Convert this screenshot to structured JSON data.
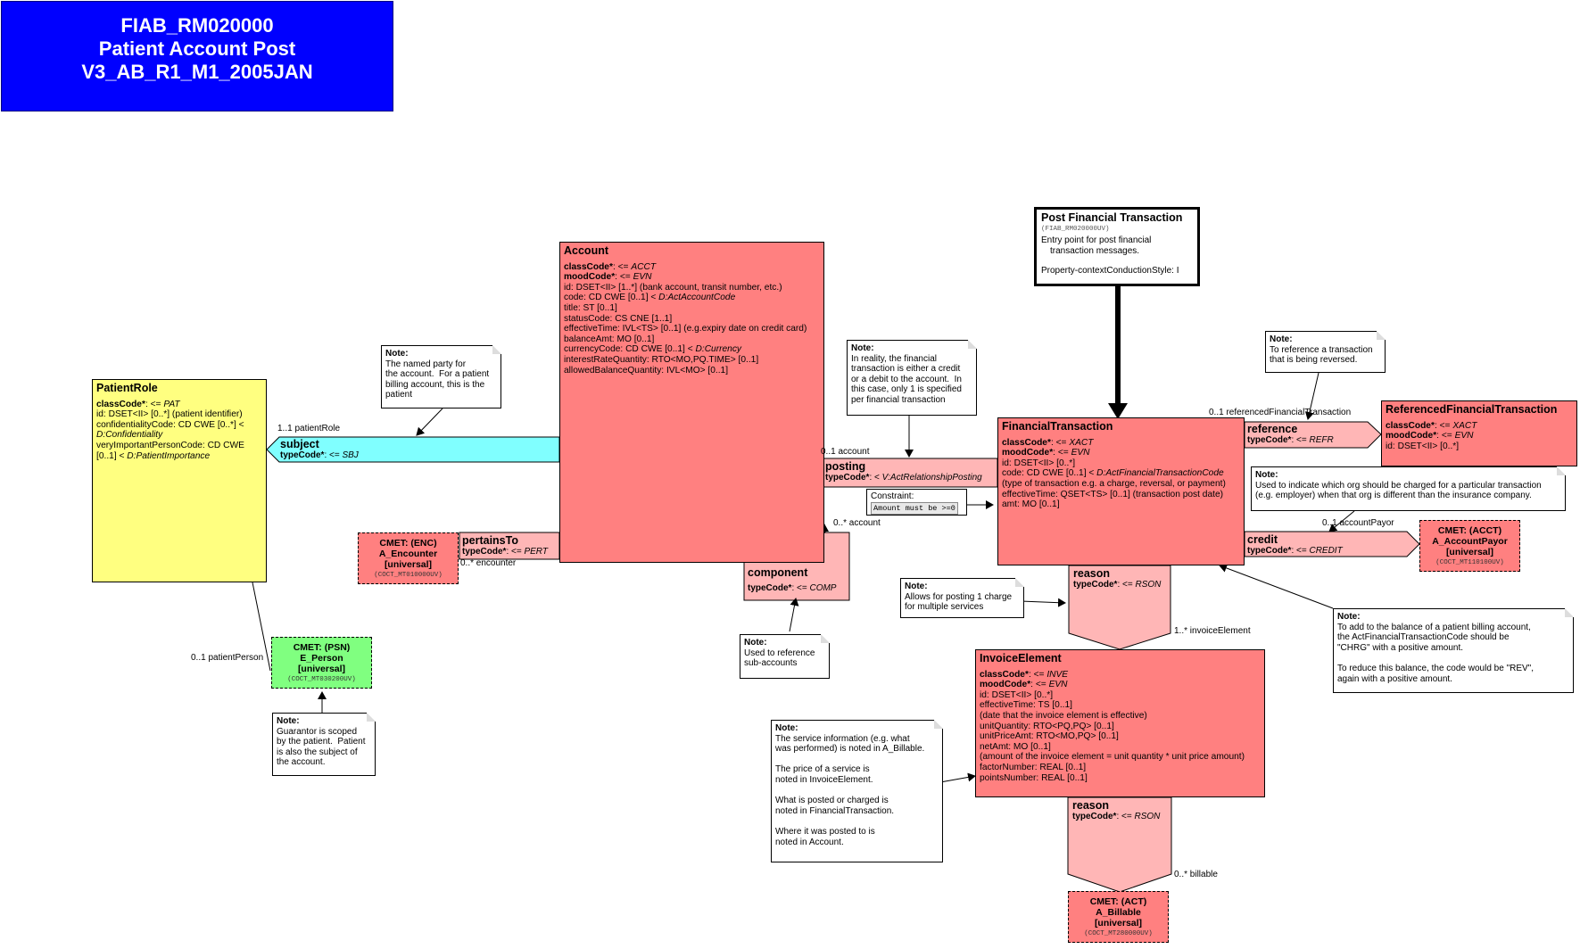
{
  "title": {
    "line1": "FIAB_RM020000",
    "line2": "Patient Account Post",
    "line3": "V3_AB_R1_M1_2005JAN"
  },
  "entry_point": {
    "name": "Post Financial Transaction",
    "id": "(FIAB_RM020000UV)",
    "desc1": "Entry point for post financial",
    "desc2": "transaction messages.",
    "style": "Property-contextConductionStyle: I"
  },
  "account": {
    "name": "Account",
    "attrs": [
      {
        "b": "classCode*",
        "r": ": <= ",
        "i": "ACCT"
      },
      {
        "b": "moodCode*",
        "r": ": <= ",
        "i": "EVN"
      },
      {
        "b": "",
        "r": "id: DSET<II> [1..*] (bank account, transit number, etc.)",
        "i": ""
      },
      {
        "b": "",
        "r": "code: CD CWE [0..1] < ",
        "i": "D:ActAccountCode"
      },
      {
        "b": "",
        "r": "title: ST [0..1]",
        "i": ""
      },
      {
        "b": "",
        "r": "statusCode: CS CNE [1..1]",
        "i": ""
      },
      {
        "b": "",
        "r": "effectiveTime: IVL<TS> [0..1] (e.g.expiry date on credit card)",
        "i": ""
      },
      {
        "b": "",
        "r": "balanceAmt: MO [0..1]",
        "i": ""
      },
      {
        "b": "",
        "r": "currencyCode: CD CWE [0..1] < ",
        "i": "D:Currency"
      },
      {
        "b": "",
        "r": "interestRateQuantity: RTO<MO,PQ.TIME> [0..1]",
        "i": ""
      },
      {
        "b": "",
        "r": "allowedBalanceQuantity: IVL<MO> [0..1]",
        "i": ""
      }
    ]
  },
  "patient_role": {
    "name": "PatientRole",
    "attrs": [
      {
        "b": "classCode*",
        "r": ": <= ",
        "i": "PAT"
      },
      {
        "b": "",
        "r": "id: DSET<II> [0..*] (patient identifier)",
        "i": ""
      },
      {
        "b": "",
        "r": "confidentialityCode: CD CWE [0..*] <",
        "i": ""
      },
      {
        "b": "",
        "r": "",
        "i": "D:Confidentiality"
      },
      {
        "b": "",
        "r": "veryImportantPersonCode: CD CWE",
        "i": ""
      },
      {
        "b": "",
        "r": "[0..1] < ",
        "i": "D:PatientImportance"
      }
    ]
  },
  "financial_transaction": {
    "name": "FinancialTransaction",
    "attrs": [
      {
        "b": "classCode*",
        "r": ": <= ",
        "i": "XACT"
      },
      {
        "b": "moodCode*",
        "r": ": <= ",
        "i": "EVN"
      },
      {
        "b": "",
        "r": "id: DSET<II> [0..*]",
        "i": ""
      },
      {
        "b": "",
        "r": "code: CD CWE [0..1] < ",
        "i": "D:ActFinancialTransactionCode"
      },
      {
        "b": "",
        "r": " (type of transaction e.g. a charge, reversal, or payment)",
        "i": ""
      },
      {
        "b": "",
        "r": "effectiveTime: QSET<TS> [0..1] (transaction post date)",
        "i": ""
      },
      {
        "b": "",
        "r": "amt: MO [0..1]",
        "i": ""
      }
    ]
  },
  "referenced_ft": {
    "name": "ReferencedFinancialTransaction",
    "attrs": [
      {
        "b": "classCode*",
        "r": ": <= ",
        "i": "XACT"
      },
      {
        "b": "moodCode*",
        "r": ": <= ",
        "i": "EVN"
      },
      {
        "b": "",
        "r": "id: DSET<II> [0..*]",
        "i": ""
      }
    ]
  },
  "invoice_element": {
    "name": "InvoiceElement",
    "attrs": [
      {
        "b": "classCode*",
        "r": ": <= ",
        "i": "INVE"
      },
      {
        "b": "moodCode*",
        "r": ": <= ",
        "i": "EVN"
      },
      {
        "b": "",
        "r": "id: DSET<II> [0..*]",
        "i": ""
      },
      {
        "b": "",
        "r": "effectiveTime: TS [0..1]",
        "i": ""
      },
      {
        "b": "",
        "r": " (date that the invoice element is effective)",
        "i": ""
      },
      {
        "b": "",
        "r": "unitQuantity: RTO<PQ,PQ> [0..1]",
        "i": ""
      },
      {
        "b": "",
        "r": "unitPriceAmt: RTO<MO,PQ> [0..1]",
        "i": ""
      },
      {
        "b": "",
        "r": "netAmt: MO [0..1]",
        "i": ""
      },
      {
        "b": "",
        "r": " (amount of the invoice element = unit quantity * unit price amount)",
        "i": ""
      },
      {
        "b": "",
        "r": "factorNumber: REAL [0..1]",
        "i": ""
      },
      {
        "b": "",
        "r": "pointsNumber: REAL [0..1]",
        "i": ""
      }
    ]
  },
  "relations": {
    "subject": {
      "name": "subject",
      "tc": "typeCode*",
      "tcv": ": <= ",
      "tci": "SBJ"
    },
    "pertains_to": {
      "name": "pertainsTo",
      "tc": "typeCode*",
      "tcv": ": <= ",
      "tci": "PERT"
    },
    "posting": {
      "name": "posting",
      "tc": "typeCode*",
      "tcv": ": < ",
      "tci": "V:ActRelationshipPosting"
    },
    "component": {
      "name": "component",
      "tc": "typeCode*",
      "tcv": ": <= ",
      "tci": "COMP"
    },
    "reference": {
      "name": "reference",
      "tc": "typeCode*",
      "tcv": ": <= ",
      "tci": "REFR"
    },
    "credit": {
      "name": "credit",
      "tc": "typeCode*",
      "tcv": ": <= ",
      "tci": "CREDIT"
    },
    "reason1": {
      "name": "reason",
      "tc": "typeCode*",
      "tcv": ": <= ",
      "tci": "RSON"
    },
    "reason2": {
      "name": "reason",
      "tc": "typeCode*",
      "tcv": ": <= ",
      "tci": "RSON"
    }
  },
  "cmets": {
    "encounter": {
      "l1": "CMET: (ENC)",
      "l2": "A_Encounter",
      "l3": "[universal]",
      "l4": "(COCT_MT010000UV)"
    },
    "person": {
      "l1": "CMET: (PSN)",
      "l2": "E_Person",
      "l3": "[universal]",
      "l4": "(COCT_MT030200UV)"
    },
    "payor": {
      "l1": "CMET: (ACCT)",
      "l2": "A_AccountPayor",
      "l3": "[universal]",
      "l4": "(COCT_MT110100UV)"
    },
    "billable": {
      "l1": "CMET: (ACT)",
      "l2": "A_Billable",
      "l3": "[universal]",
      "l4": "(COCT_MT280000UV)"
    }
  },
  "labels": {
    "patient_role": "1..1 patientRole",
    "account": "0..1 account",
    "account_many": "0..* account",
    "encounter": "0..* encounter",
    "patient_person": "0..1 patientPerson",
    "referenced_ft": "0..1 referencedFinancialTransaction",
    "account_payor": "0..1 accountPayor",
    "invoice_element": "1..* invoiceElement",
    "billable": "0..* billable"
  },
  "constraint": {
    "label": "Constraint:",
    "value": "Amount must be >=0"
  },
  "notes": {
    "named_party": {
      "h": "Note:",
      "lines": [
        "The named party for",
        "the account.  For a patient",
        "billing account, this is the",
        "patient"
      ]
    },
    "financial": {
      "h": "Note:",
      "lines": [
        "In reality, the financial",
        "transaction is either a credit",
        "or a debit to the account.  In",
        "this case, only 1 is specified",
        "per financial transaction"
      ]
    },
    "reversed": {
      "h": "Note:",
      "lines": [
        "To reference a transaction",
        "that is being reversed."
      ]
    },
    "org_charged": {
      "h": "Note:",
      "lines": [
        "Used to indicate which org should be charged for a particular transaction",
        "(e.g. employer) when that org is different than the insurance company."
      ]
    },
    "posting_charge": {
      "h": "Note:",
      "lines": [
        "Allows for posting 1 charge",
        "for multiple services"
      ]
    },
    "sub_accounts": {
      "h": "Note:",
      "lines": [
        "Used to reference",
        "sub-accounts"
      ]
    },
    "balance": {
      "h": "Note:",
      "lines": [
        "To add to the balance of a patient billing account,",
        "the ActFinancialTransactionCode should be",
        "\"CHRG\" with a positive amount.",
        "",
        "To reduce this balance, the code would be \"REV\",",
        "again with a positive amount."
      ]
    },
    "guarantor": {
      "h": "Note:",
      "lines": [
        "Guarantor is scoped",
        "by the patient.  Patient",
        "is also the subject of",
        "the account."
      ]
    },
    "service": {
      "h": "Note:",
      "lines": [
        "The service information (e.g. what",
        "was performed) is noted in A_Billable.",
        "",
        "The price of a service is",
        "noted in InvoiceElement.",
        "",
        "What is posted or charged is",
        "noted in FinancialTransaction.",
        "",
        "Where it was posted to is",
        "noted in Account."
      ]
    }
  },
  "colors": {
    "act": "#ff8080",
    "role": "#ffff80",
    "act_relationship": "#ffb6b6",
    "participation": "#80ffff",
    "cmet_role": "#80ff80",
    "title": "#0000ff"
  }
}
